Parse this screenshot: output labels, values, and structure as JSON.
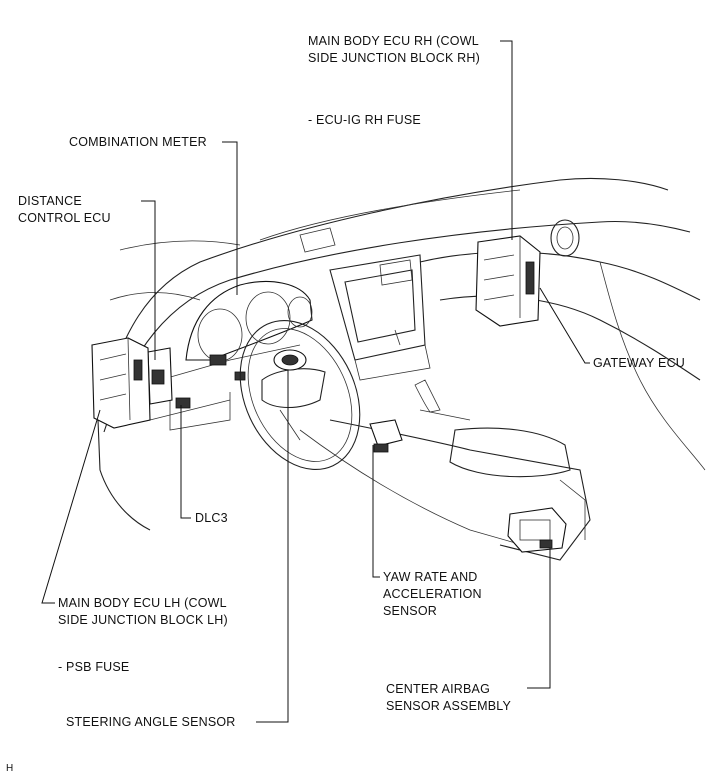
{
  "labels": {
    "main_body_ecu_rh": "MAIN BODY ECU RH (COWL\nSIDE JUNCTION BLOCK RH)",
    "ecu_ig_rh_fuse": "- ECU-IG RH FUSE",
    "combination_meter": "COMBINATION METER",
    "distance_control_ecu": "DISTANCE\nCONTROL ECU",
    "gateway_ecu": "GATEWAY ECU",
    "dlc3": "DLC3",
    "yaw_rate_sensor": "YAW RATE AND\nACCELERATION\nSENSOR",
    "main_body_ecu_lh": "MAIN BODY ECU LH (COWL\nSIDE JUNCTION BLOCK LH)",
    "psb_fuse": "- PSB FUSE",
    "center_airbag_sensor": "CENTER AIRBAG\nSENSOR ASSEMBLY",
    "steering_angle_sensor": "STEERING ANGLE SENSOR",
    "corner_mark": "H"
  }
}
